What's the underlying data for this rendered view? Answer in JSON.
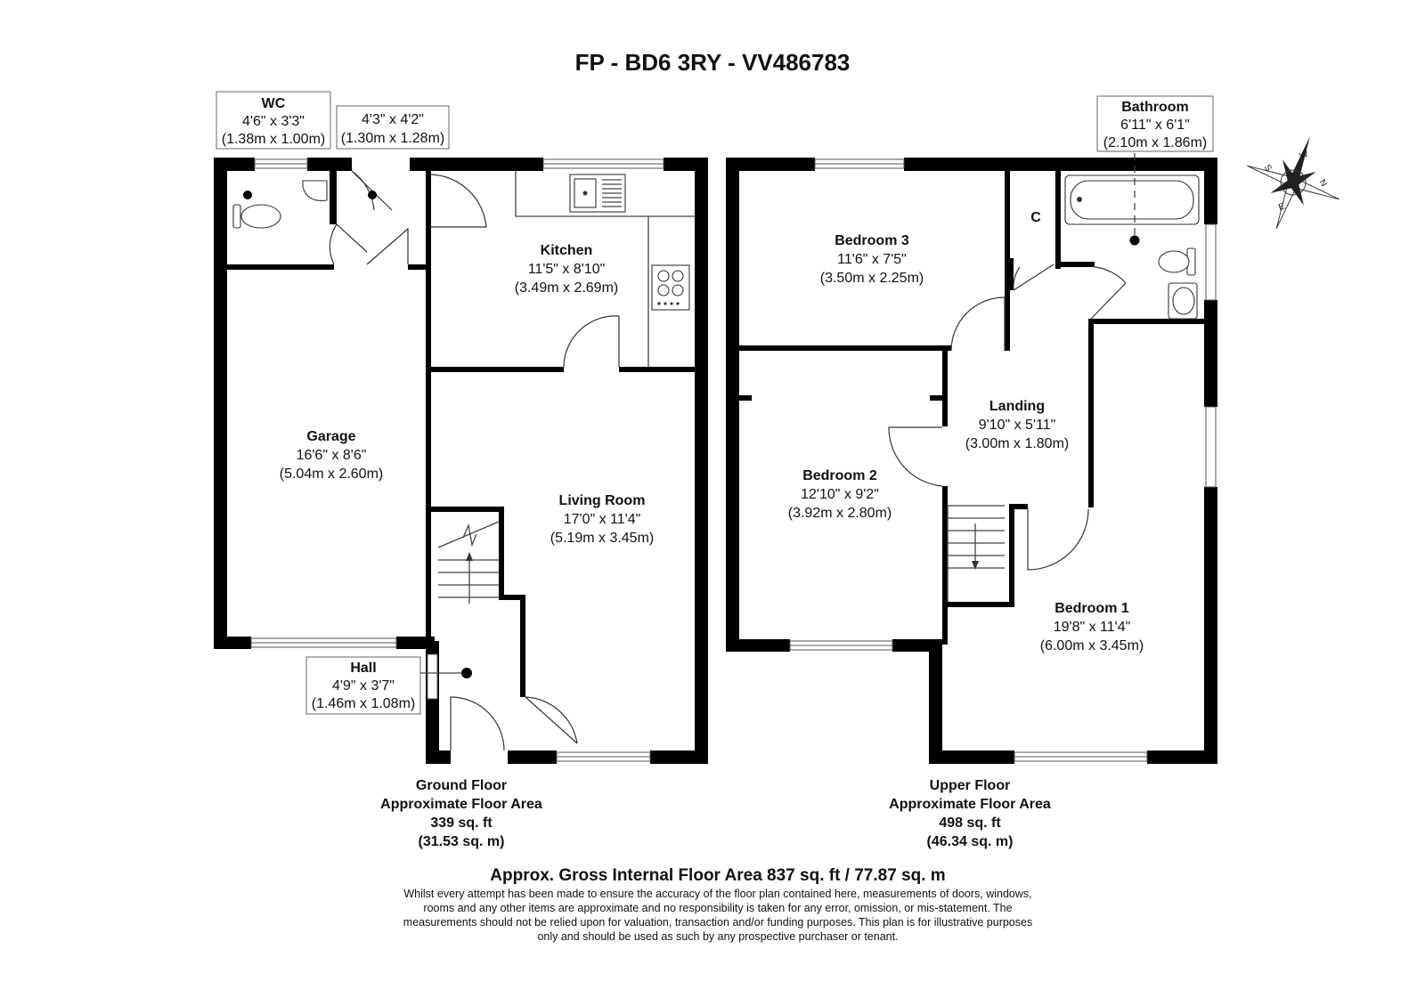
{
  "title": "FP - BD6 3RY - VV486783",
  "rooms": {
    "wc": {
      "name": "WC",
      "imperial": "4'6\" x 3'3\"",
      "metric": "(1.38m x 1.00m)"
    },
    "lobby": {
      "imperial": "4'3\" x 4'2\"",
      "metric": "(1.30m x 1.28m)"
    },
    "kitchen": {
      "name": "Kitchen",
      "imperial": "11'5\" x 8'10\"",
      "metric": "(3.49m x 2.69m)"
    },
    "garage": {
      "name": "Garage",
      "imperial": "16'6\" x 8'6\"",
      "metric": "(5.04m x 2.60m)"
    },
    "living": {
      "name": "Living Room",
      "imperial": "17'0\" x 11'4\"",
      "metric": "(5.19m x 3.45m)"
    },
    "hall": {
      "name": "Hall",
      "imperial": "4'9\" x 3'7\"",
      "metric": "(1.46m x 1.08m)"
    },
    "bathroom": {
      "name": "Bathroom",
      "imperial": "6'11\" x 6'1\"",
      "metric": "(2.10m x 1.86m)"
    },
    "bed3": {
      "name": "Bedroom 3",
      "imperial": "11'6\" x 7'5\"",
      "metric": "(3.50m x 2.25m)"
    },
    "cupboard": {
      "name": "C"
    },
    "landing": {
      "name": "Landing",
      "imperial": "9'10\" x 5'11\"",
      "metric": "(3.00m x 1.80m)"
    },
    "bed2": {
      "name": "Bedroom 2",
      "imperial": "12'10\" x 9'2\"",
      "metric": "(3.92m x 2.80m)"
    },
    "bed1": {
      "name": "Bedroom 1",
      "imperial": "19'8\" x 11'4\"",
      "metric": "(6.00m x 3.45m)"
    }
  },
  "floors": {
    "ground": {
      "line1": "Ground Floor",
      "line2": "Approximate Floor Area",
      "line3": "339 sq. ft",
      "line4": "(31.53 sq. m)"
    },
    "upper": {
      "line1": "Upper Floor",
      "line2": "Approximate Floor Area",
      "line3": "498 sq. ft",
      "line4": "(46.34 sq. m)"
    }
  },
  "compass": {
    "n": "N",
    "e": "E",
    "s": "S",
    "w": "W"
  },
  "gross": "Approx. Gross Internal Floor Area 837 sq. ft / 77.87 sq. m",
  "disclaimer": [
    "Whilst every attempt has been made to ensure the accuracy of the floor plan contained here, measurements of doors, windows,",
    "rooms and any other items are approximate and no responsibility is taken for any error, omission, or mis-statement. The",
    "measurements should not be relied upon for valuation, transaction and/or funding purposes. This plan is for illustrative purposes",
    "only and should be used as such by any prospective purchaser or tenant."
  ]
}
